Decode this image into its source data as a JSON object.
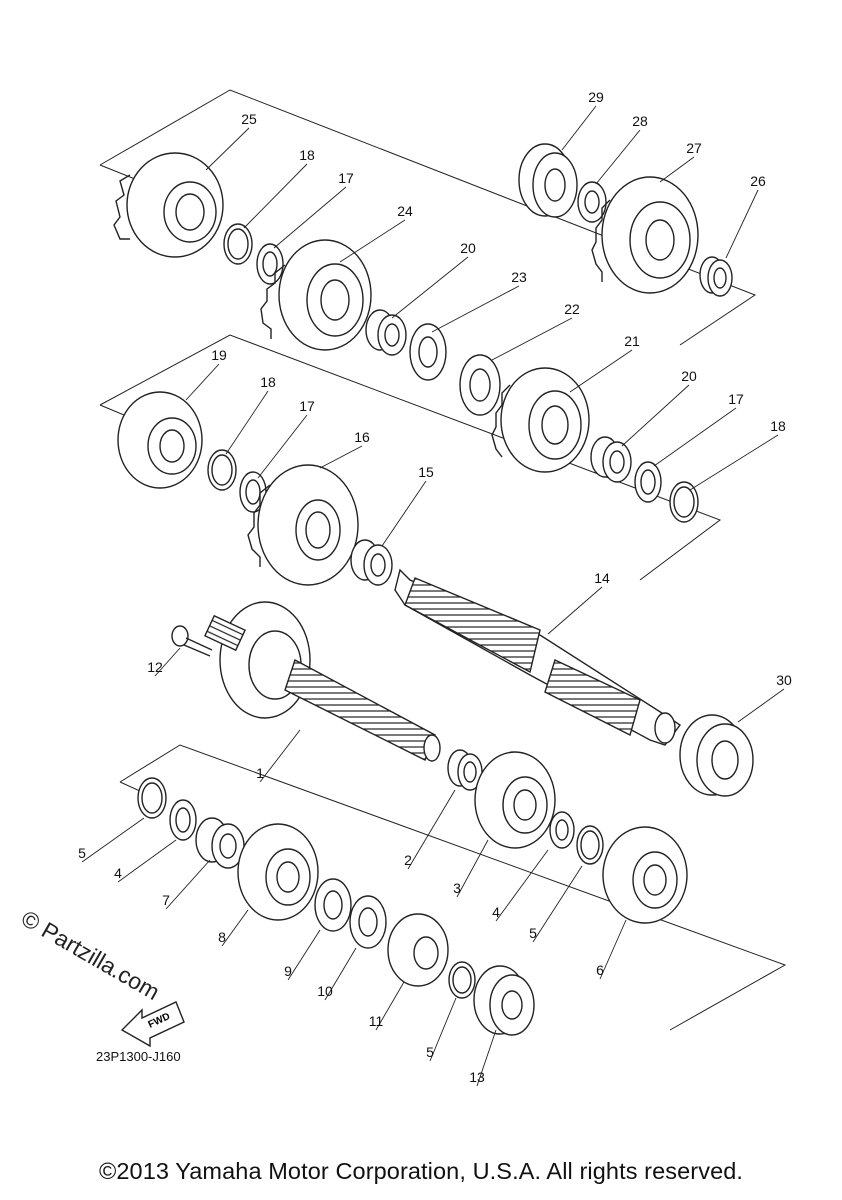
{
  "diagram": {
    "part_numbers": [
      "1",
      "2",
      "3",
      "4",
      "5",
      "6",
      "7",
      "8",
      "9",
      "10",
      "11",
      "12",
      "13",
      "14",
      "15",
      "16",
      "17",
      "18",
      "19",
      "20",
      "21",
      "22",
      "23",
      "24",
      "25",
      "26",
      "27",
      "28",
      "29",
      "30"
    ],
    "labels": [
      {
        "n": "25"
      },
      {
        "n": "18"
      },
      {
        "n": "17"
      },
      {
        "n": "24"
      },
      {
        "n": "20"
      },
      {
        "n": "23"
      },
      {
        "n": "29"
      },
      {
        "n": "28"
      },
      {
        "n": "27"
      },
      {
        "n": "26"
      },
      {
        "n": "22"
      },
      {
        "n": "21"
      },
      {
        "n": "20"
      },
      {
        "n": "17"
      },
      {
        "n": "18"
      },
      {
        "n": "19"
      },
      {
        "n": "18"
      },
      {
        "n": "17"
      },
      {
        "n": "16"
      },
      {
        "n": "15"
      },
      {
        "n": "14"
      },
      {
        "n": "12"
      },
      {
        "n": "30"
      },
      {
        "n": "1"
      },
      {
        "n": "5"
      },
      {
        "n": "4"
      },
      {
        "n": "7"
      },
      {
        "n": "8"
      },
      {
        "n": "9"
      },
      {
        "n": "10"
      },
      {
        "n": "11"
      },
      {
        "n": "2"
      },
      {
        "n": "3"
      },
      {
        "n": "4"
      },
      {
        "n": "5"
      },
      {
        "n": "6"
      },
      {
        "n": "5"
      },
      {
        "n": "13"
      }
    ],
    "fwd_arrow_text": "FWD",
    "diagram_code": "23P1300-J160",
    "watermark": "© Partzilla.com",
    "copyright": "©2013 Yamaha Motor Corporation, U.S.A. All rights reserved."
  }
}
